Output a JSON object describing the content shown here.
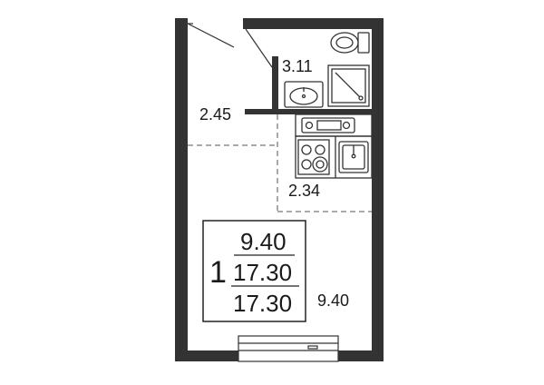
{
  "plan": {
    "rooms": {
      "bathroom_area": "3.11",
      "hall_area": "2.45",
      "kitchen_area": "2.34",
      "living_area": "9.40"
    },
    "info_box": {
      "room_count": "1",
      "living_area": "9.40",
      "total_area": "17.30",
      "total_area_with_balcony": "17.30"
    }
  }
}
